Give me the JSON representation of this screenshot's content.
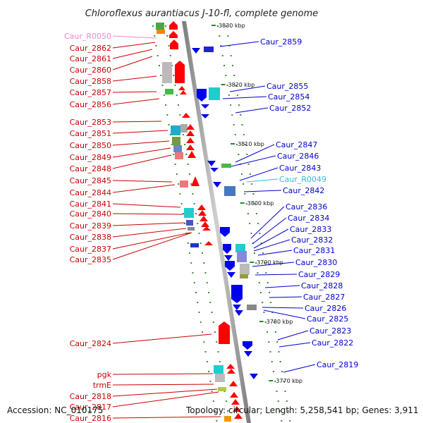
{
  "title": "Chloroflexus aurantiacus J-10-fl, complete genome",
  "footer": {
    "accession": "Accession: NC_010175",
    "topology": "Topology: circular; Length: 5,258,541 bp; Genes: 3,911"
  },
  "colors": {
    "backbone": "#9a9a9a",
    "left_label": "#cc0000",
    "right_label": "#0000cc",
    "rna_left": "#ee88cc",
    "rna_right": "#33bbdd",
    "forward_gene": "#ff0000",
    "reverse_gene": "#0000ee",
    "tick": "#2a8a2a"
  },
  "kbp_ticks": [
    "3830 kbp",
    "3820 kbp",
    "3810 kbp",
    "3800 kbp",
    "3790 kbp",
    "3780 kbp",
    "3770 kbp"
  ],
  "left_labels": [
    "Caur_R0050",
    "Caur_2862",
    "Caur_2861",
    "Caur_2860",
    "Caur_2858",
    "Caur_2857",
    "Caur_2856",
    "Caur_2853",
    "Caur_2851",
    "Caur_2850",
    "Caur_2849",
    "Caur_2848",
    "Caur_2845",
    "Caur_2844",
    "Caur_2841",
    "Caur_2840",
    "Caur_2839",
    "Caur_2838",
    "Caur_2837",
    "Caur_2835",
    "Caur_2824",
    "pgk",
    "trmE",
    "Caur_2818",
    "Caur_2817",
    "Caur_2816"
  ],
  "right_labels": [
    "Caur_2859",
    "Caur_2855",
    "Caur_2854",
    "Caur_2852",
    "Caur_2847",
    "Caur_2846",
    "Caur_2843",
    "Caur_R0049",
    "Caur_2842",
    "Caur_2836",
    "Caur_2834",
    "Caur_2833",
    "Caur_2832",
    "Caur_2831",
    "Caur_2830",
    "Caur_2829",
    "Caur_2828",
    "Caur_2827",
    "Caur_2826",
    "Caur_2825",
    "Caur_2823",
    "Caur_2822",
    "Caur_2819"
  ]
}
